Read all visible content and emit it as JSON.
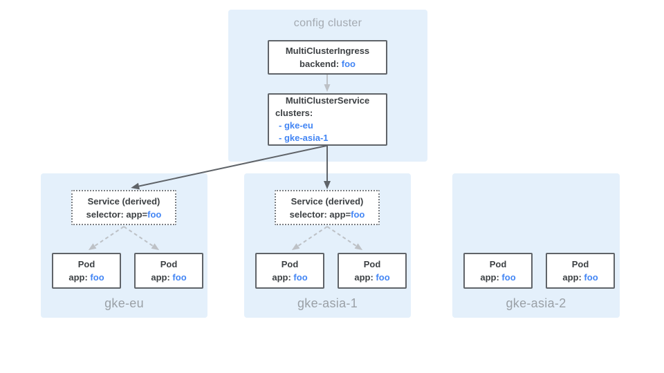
{
  "diagram_title": "config cluster",
  "colors": {
    "cluster_bg": "#e4f0fb",
    "node_border": "#5f6368",
    "node_text": "#3c4043",
    "accent_blue": "#4285f4",
    "muted_label": "#9aa0a6",
    "light_arrow": "#bdc1c6",
    "dark_arrow": "#5f6368"
  },
  "config_cluster": {
    "label": "config cluster",
    "ingress": {
      "title": "MultiClusterIngress",
      "backend_label": "backend: ",
      "backend_value": "foo"
    },
    "multi_service": {
      "title": "MultiClusterService",
      "clusters_label": "clusters:",
      "items": [
        "- gke-eu",
        "- gke-asia-1"
      ]
    }
  },
  "clusters": [
    {
      "name": "gke-eu",
      "service": {
        "title": "Service (derived)",
        "selector_label": "selector: app=",
        "selector_value": "foo"
      },
      "pods": [
        {
          "title": "Pod",
          "app_label": "app: ",
          "app_value": "foo"
        },
        {
          "title": "Pod",
          "app_label": "app: ",
          "app_value": "foo"
        }
      ]
    },
    {
      "name": "gke-asia-1",
      "service": {
        "title": "Service (derived)",
        "selector_label": "selector: app=",
        "selector_value": "foo"
      },
      "pods": [
        {
          "title": "Pod",
          "app_label": "app: ",
          "app_value": "foo"
        },
        {
          "title": "Pod",
          "app_label": "app: ",
          "app_value": "foo"
        }
      ]
    },
    {
      "name": "gke-asia-2",
      "pods": [
        {
          "title": "Pod",
          "app_label": "app: ",
          "app_value": "foo"
        },
        {
          "title": "Pod",
          "app_label": "app: ",
          "app_value": "foo"
        }
      ]
    }
  ],
  "edges": [
    {
      "from": "multi-cluster-ingress",
      "to": "multi-cluster-service",
      "style": "solid-light"
    },
    {
      "from": "multi-cluster-service",
      "to": "gke-eu.derived-service",
      "style": "solid-dark"
    },
    {
      "from": "multi-cluster-service",
      "to": "gke-asia-1.derived-service",
      "style": "solid-dark"
    },
    {
      "from": "gke-eu.derived-service",
      "to": "gke-eu.pod-0",
      "style": "dashed-light"
    },
    {
      "from": "gke-eu.derived-service",
      "to": "gke-eu.pod-1",
      "style": "dashed-light"
    },
    {
      "from": "gke-asia-1.derived-service",
      "to": "gke-asia-1.pod-0",
      "style": "dashed-light"
    },
    {
      "from": "gke-asia-1.derived-service",
      "to": "gke-asia-1.pod-1",
      "style": "dashed-light"
    }
  ]
}
